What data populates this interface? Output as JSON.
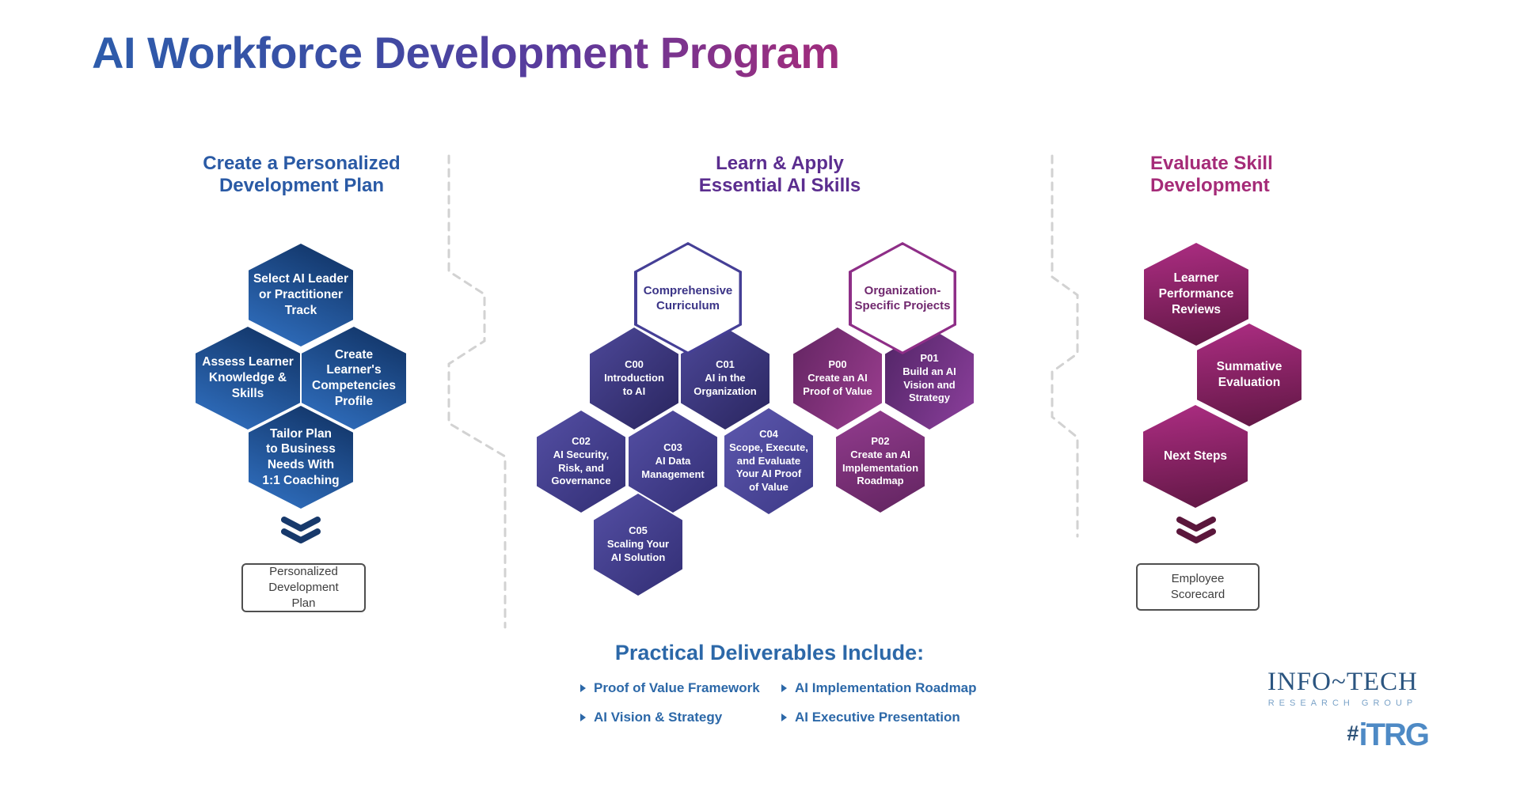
{
  "title": "AI Workforce Development Program",
  "colors": {
    "header_blue": "#2a5aa5",
    "header_purple": "#5b2d8f",
    "header_magenta": "#a52b78",
    "hex_blue_gradient": [
      "#0f2f5f",
      "#3273c5"
    ],
    "hex_indigo_gradient": [
      "#544fa4",
      "#29255e"
    ],
    "hex_plum_gradient": [
      "#632562",
      "#9c3e90"
    ],
    "hex_magenta_gradient": [
      "#ad2d83",
      "#5f1743"
    ],
    "outline_indigo": "#453f96",
    "outline_plum": "#8e2e87",
    "deliverables_blue": "#2c68a8",
    "divider_gray": "#d2d2d2"
  },
  "columns": {
    "left": {
      "header": "Create a Personalized\nDevelopment Plan",
      "hexes": {
        "select_track": "Select AI Leader\nor Practitioner\nTrack",
        "assess_learner": "Assess Learner\nKnowledge &\nSkills",
        "competencies_profile": "Create\nLearner's\nCompetencies\nProfile",
        "tailor_plan": "Tailor Plan\nto Business\nNeeds With\n1:1 Coaching"
      },
      "deliverable_box": "Personalized\nDevelopment\nPlan"
    },
    "center": {
      "header": "Learn & Apply\nEssential AI Skills",
      "curriculum_header_hex": "Comprehensive\nCurriculum",
      "projects_header_hex": "Organization-\nSpecific Projects",
      "courses": {
        "c00": "C00\nIntroduction\nto AI",
        "c01": "C01\nAI in the\nOrganization",
        "c02": "C02\nAI Security,\nRisk, and\nGovernance",
        "c03": "C03\nAI Data\nManagement",
        "c04": "C04\nScope, Execute,\nand Evaluate\nYour AI Proof\nof Value",
        "c05": "C05\nScaling Your\nAI Solution"
      },
      "projects": {
        "p00": "P00\nCreate an AI\nProof of Value",
        "p01": "P01\nBuild an AI\nVision and\nStrategy",
        "p02": "P02\nCreate an AI\nImplementation\nRoadmap"
      }
    },
    "right": {
      "header": "Evaluate Skill\nDevelopment",
      "hexes": {
        "performance_reviews": "Learner\nPerformance\nReviews",
        "summative_evaluation": "Summative\nEvaluation",
        "next_steps": "Next Steps"
      },
      "deliverable_box": "Employee\nScorecard"
    }
  },
  "deliverables": {
    "header": "Practical Deliverables Include:",
    "items": [
      "Proof of Value Framework",
      "AI Vision & Strategy",
      "AI Implementation Roadmap",
      "AI Executive Presentation"
    ]
  },
  "logo": {
    "name": "INFO~TECH",
    "subtitle": "RESEARCH GROUP",
    "tag_hash": "#",
    "tag_text": "iTRG"
  }
}
